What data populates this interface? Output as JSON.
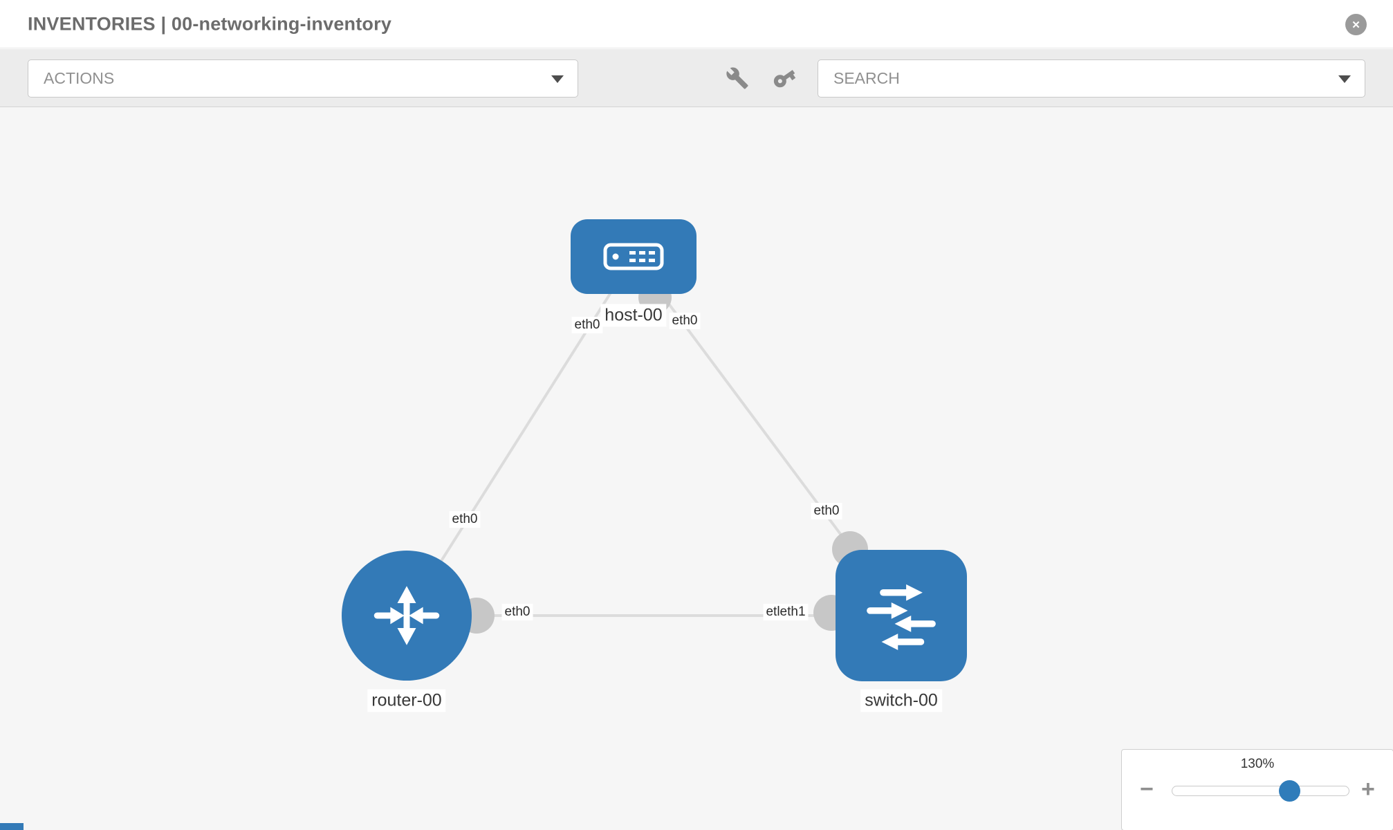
{
  "header": {
    "title": "INVENTORIES | 00-networking-inventory"
  },
  "toolbar": {
    "actions_placeholder": "ACTIONS",
    "search_placeholder": "SEARCH"
  },
  "topology": {
    "nodes": [
      {
        "id": "host-00",
        "label": "host-00",
        "type": "host"
      },
      {
        "id": "router-00",
        "label": "router-00",
        "type": "router"
      },
      {
        "id": "switch-00",
        "label": "switch-00",
        "type": "switch"
      }
    ],
    "links": [
      {
        "from": "host-00",
        "to": "router-00"
      },
      {
        "from": "host-00",
        "to": "switch-00"
      },
      {
        "from": "router-00",
        "to": "switch-00"
      }
    ],
    "interface_labels": {
      "host_left": "eth0",
      "host_right": "eth0",
      "router_top": "eth0",
      "router_right": "eth0",
      "switch_top": "eth0",
      "switch_left_overlap": "etleth1"
    }
  },
  "zoom": {
    "level": "130%",
    "minus": "−",
    "plus": "+"
  },
  "icons": {
    "close_glyph": "✕",
    "toolbar": [
      "wrench-icon",
      "key-icon"
    ],
    "select_caret": "chevron-down-icon"
  },
  "colors": {
    "node_blue": "#337ab7",
    "slider_thumb_blue": "#2f7cba",
    "canvas_bg": "#f6f6f6",
    "link_gray": "#dcdcdc"
  }
}
